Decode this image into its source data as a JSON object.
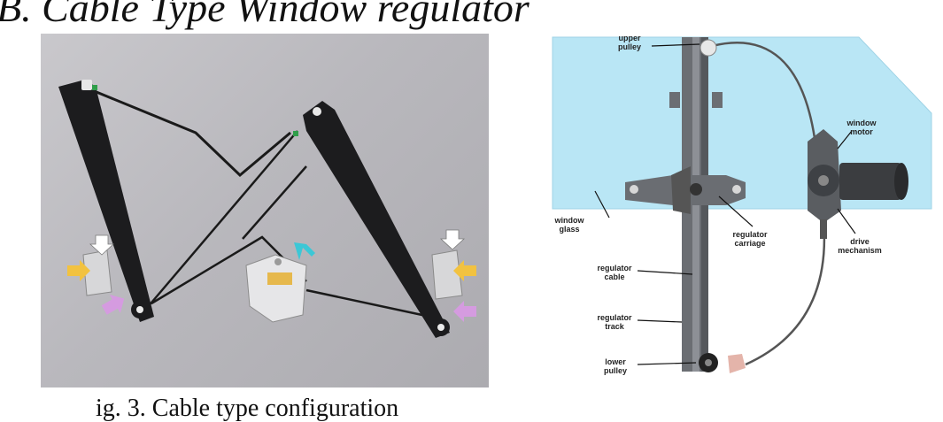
{
  "heading": "B.  Cable Type Window regulator",
  "caption": "ig. 3.  Cable type configuration",
  "diagram": {
    "labels": {
      "upper_pulley": "upper\npulley",
      "window_motor": "window\nmotor",
      "window_glass": "window\nglass",
      "regulator_carriage": "regulator\ncarriage",
      "drive_mechanism": "drive\nmechanism",
      "regulator_cable": "regulator\ncable",
      "regulator_track": "regulator\ntrack",
      "lower_pulley": "lower\npulley"
    }
  },
  "colors": {
    "glass": "#b9e6f5",
    "rail": "#1c1c1e",
    "arrow_white": "#ffffff",
    "arrow_yellow": "#f2c240",
    "arrow_purple": "#d59be0",
    "arrow_cyan": "#3cc7d6"
  }
}
